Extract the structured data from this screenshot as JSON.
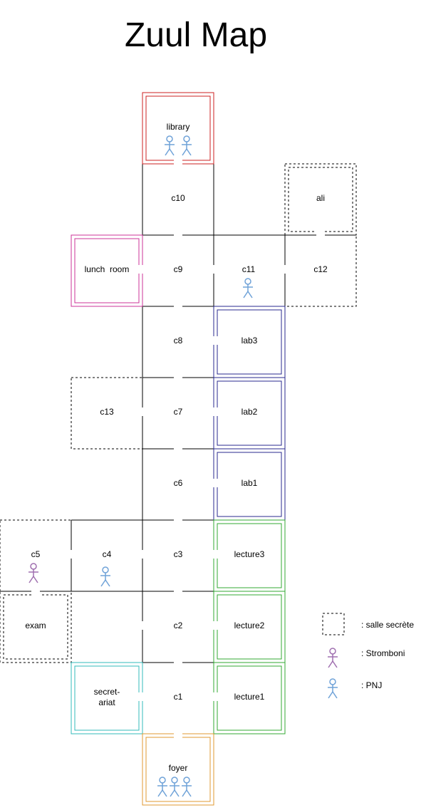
{
  "title": "Zuul Map",
  "colors": {
    "wall": "#000000",
    "library": "#cc2222",
    "lunch_room": "#cc3399",
    "labs": "#2a2a8f",
    "lectures": "#33aa33",
    "secretariat": "#33bbbb",
    "foyer": "#e09a30",
    "pnj": "#6fa2d8",
    "stromboni": "#a070b0"
  },
  "rooms": [
    {
      "id": "library",
      "label": "library",
      "type": "library",
      "pnj": 2
    },
    {
      "id": "c10",
      "label": "c10",
      "type": "corridor"
    },
    {
      "id": "ali",
      "label": "ali",
      "type": "secret"
    },
    {
      "id": "lunch-room",
      "label": "lunch  room",
      "type": "lunch_room"
    },
    {
      "id": "c9",
      "label": "c9",
      "type": "corridor"
    },
    {
      "id": "c11",
      "label": "c11",
      "type": "corridor",
      "pnj": 1
    },
    {
      "id": "c12",
      "label": "c12",
      "type": "secret"
    },
    {
      "id": "c8",
      "label": "c8",
      "type": "corridor"
    },
    {
      "id": "lab3",
      "label": "lab3",
      "type": "labs"
    },
    {
      "id": "c13",
      "label": "c13",
      "type": "secret"
    },
    {
      "id": "c7",
      "label": "c7",
      "type": "corridor"
    },
    {
      "id": "lab2",
      "label": "lab2",
      "type": "labs"
    },
    {
      "id": "c6",
      "label": "c6",
      "type": "corridor"
    },
    {
      "id": "lab1",
      "label": "lab1",
      "type": "labs"
    },
    {
      "id": "c5",
      "label": "c5",
      "type": "secret",
      "stromboni": 1
    },
    {
      "id": "c4",
      "label": "c4",
      "type": "corridor",
      "pnj": 1
    },
    {
      "id": "c3",
      "label": "c3",
      "type": "corridor"
    },
    {
      "id": "lecture3",
      "label": "lecture3",
      "type": "lectures"
    },
    {
      "id": "exam",
      "label": "exam",
      "type": "secret"
    },
    {
      "id": "c2",
      "label": "c2",
      "type": "corridor"
    },
    {
      "id": "lecture2",
      "label": "lecture2",
      "type": "lectures"
    },
    {
      "id": "secretariat",
      "label_line1": "secret-",
      "label_line2": "ariat",
      "type": "secretariat"
    },
    {
      "id": "c1",
      "label": "c1",
      "type": "corridor"
    },
    {
      "id": "lecture1",
      "label": "lecture1",
      "type": "lectures"
    },
    {
      "id": "foyer",
      "label": "foyer",
      "type": "foyer",
      "pnj": 3
    }
  ],
  "legend": [
    {
      "symbol": "dashed-box",
      "label": ": salle secrète"
    },
    {
      "symbol": "stromboni-figure",
      "label": ": Stromboni"
    },
    {
      "symbol": "pnj-figure",
      "label": ": PNJ"
    }
  ]
}
